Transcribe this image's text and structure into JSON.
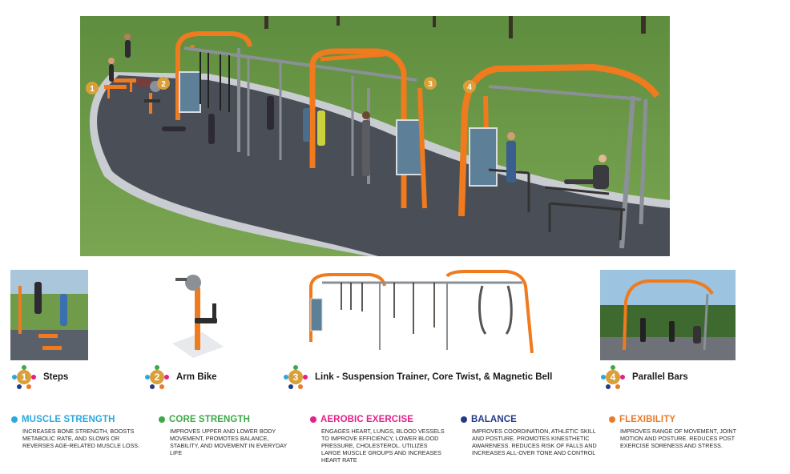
{
  "hero": {
    "markers": [
      "1",
      "2",
      "3",
      "4"
    ]
  },
  "products": [
    {
      "number": "1",
      "name": "Steps"
    },
    {
      "number": "2",
      "name": "Arm Bike"
    },
    {
      "number": "3",
      "name": "Link - Suspension Trainer, Core Twist, & Magnetic Bell"
    },
    {
      "number": "4",
      "name": "Parallel Bars"
    }
  ],
  "benefits": [
    {
      "title": "MUSCLE STRENGTH",
      "color": "#2aa8e0",
      "description": "INCREASES BONE STRENGTH, BOOSTS METABOLIC RATE, AND SLOWS OR REVERSES AGE-RELATED MUSCLE LOSS."
    },
    {
      "title": "CORE STRENGTH",
      "color": "#3aaa48",
      "description": "IMPROVES UPPER AND LOWER BODY MOVEMENT, PROMOTES BALANCE, STABILITY, AND MOVEMENT IN EVERYDAY LIFE"
    },
    {
      "title": "AEROBIC EXERCISE",
      "color": "#e0218a",
      "description": "ENGAGES HEART, LUNGS, BLOOD VESSELS TO IMPROVE EFFICIENCY, LOWER BLOOD PRESSURE, CHOLESTEROL. UTILIZES LARGE MUSCLE GROUPS AND INCREASES HEART RATE"
    },
    {
      "title": "BALANCE",
      "color": "#223a8a",
      "description": "IMPROVES COORDINATION, ATHLETIC SKILL AND POSTURE. PROMOTES KINESTHETIC AWARENESS. REDUCES RISK OF FALLS AND INCREASES ALL-OVER TONE AND CONTROL"
    },
    {
      "title": "FLEXIBILITY",
      "color": "#e87a2a",
      "description": "IMPROVES RANGE OF MOVEMENT, JOINT MOTION AND POSTURE. REDUCES POST EXERCISE SORENESS AND STRESS."
    }
  ],
  "colors": {
    "equipment_orange": "#f07a1e",
    "equipment_gray": "#8a9096",
    "marker_gold": "#d9a03a",
    "grass": "#6e9a4a",
    "path": "#4a4e57"
  }
}
